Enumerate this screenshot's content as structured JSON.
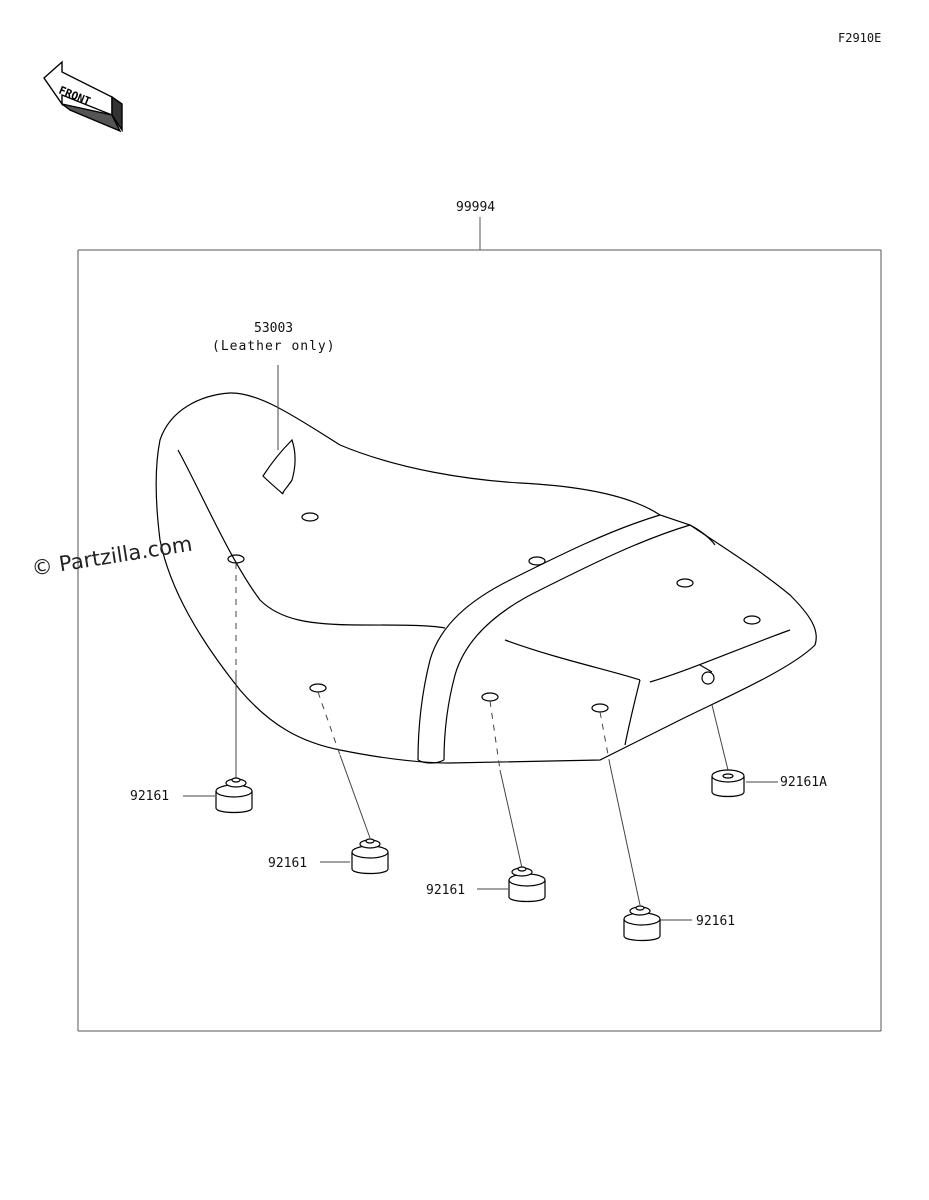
{
  "diagram": {
    "figure_code": "F2910E",
    "front_label": "FRONT",
    "assembly": {
      "part_number": "99994"
    },
    "tag": {
      "part_number": "53003",
      "note": "(Leather only)"
    },
    "grommets": [
      {
        "part_number": "92161"
      },
      {
        "part_number": "92161"
      },
      {
        "part_number": "92161"
      },
      {
        "part_number": "92161"
      },
      {
        "part_number": "92161A"
      }
    ],
    "watermark": "© Partzilla.com"
  }
}
